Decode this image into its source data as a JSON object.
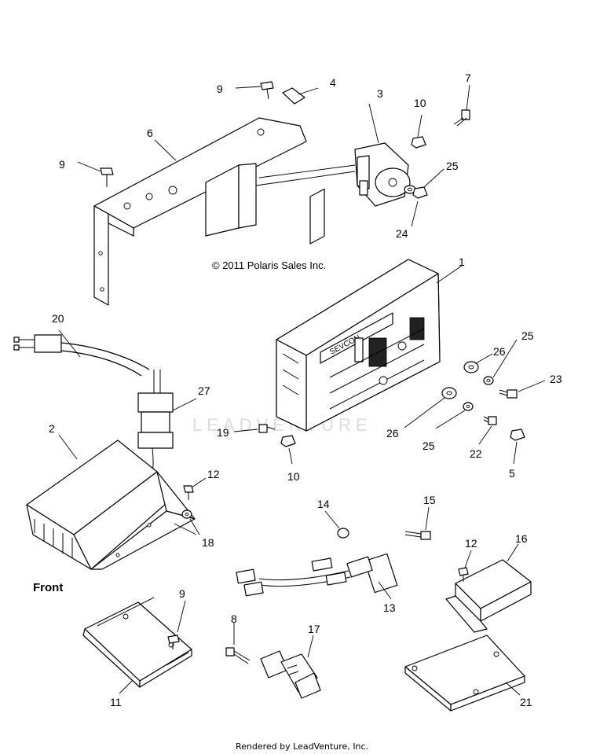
{
  "copyright": "© 2011 Polaris Sales Inc.",
  "front_label": "Front",
  "footer": "Rendered by LeadVenture, Inc.",
  "watermark": "LEADVENTURE",
  "controller_brand": "SEVCON",
  "callouts": {
    "c1": "1",
    "c2": "2",
    "c3": "3",
    "c4": "4",
    "c5": "5",
    "c6": "6",
    "c7": "7",
    "c8": "8",
    "c9a": "9",
    "c9b": "9",
    "c9c": "9",
    "c10a": "10",
    "c10b": "10",
    "c11": "11",
    "c12a": "12",
    "c12b": "12",
    "c13": "13",
    "c14": "14",
    "c15": "15",
    "c16": "16",
    "c17": "17",
    "c18": "18",
    "c19": "19",
    "c20": "20",
    "c21": "21",
    "c22": "22",
    "c23": "23",
    "c24": "24",
    "c25a": "25",
    "c25b": "25",
    "c25c": "25",
    "c26a": "26",
    "c26b": "26",
    "c27": "27"
  }
}
